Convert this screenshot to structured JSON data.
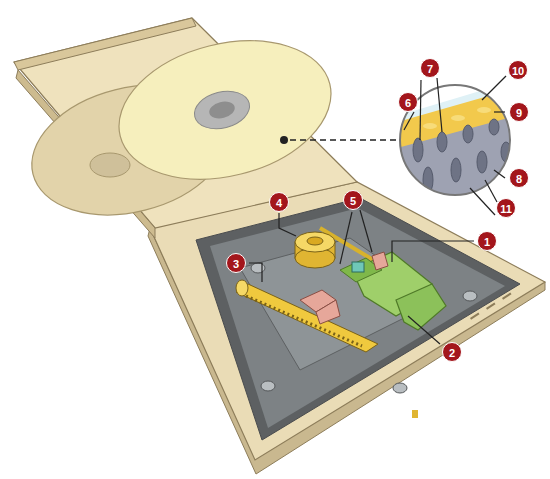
{
  "diagram": {
    "labels": [
      "7",
      "10",
      "6",
      "9",
      "8",
      "4",
      "5",
      "11",
      "1",
      "3",
      "2"
    ]
  }
}
